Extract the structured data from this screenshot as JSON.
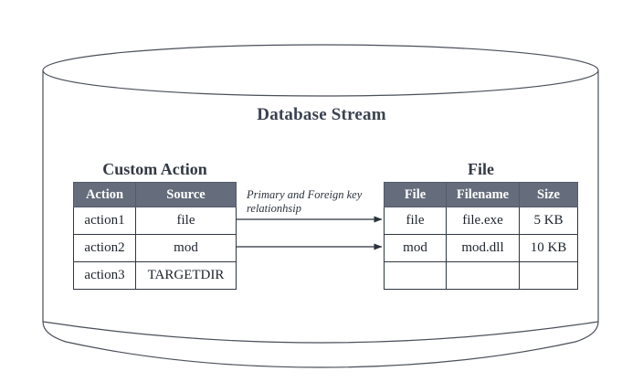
{
  "diagram": {
    "container_label": "Database Stream",
    "container_shape": "cylinder",
    "relationship_note": "Primary and Foreign key relationhsip",
    "colors": {
      "header_fill": "#656d7c",
      "header_text": "#ffffff",
      "cell_border": "#2f3742",
      "title_text": "#333a45",
      "cylinder_stroke": "#4a4f59",
      "arrow": "#2b323c",
      "background": "#ffffff"
    }
  },
  "tables": {
    "custom_action": {
      "title": "Custom Action",
      "columns": [
        "Action",
        "Source"
      ],
      "rows": [
        [
          "action1",
          "file"
        ],
        [
          "action2",
          "mod"
        ],
        [
          "action3",
          "TARGETDIR"
        ]
      ]
    },
    "file": {
      "title": "File",
      "columns": [
        "File",
        "Filename",
        "Size"
      ],
      "rows": [
        [
          "file",
          "file.exe",
          "5 KB"
        ],
        [
          "mod",
          "mod.dll",
          "10 KB"
        ],
        [
          "",
          "",
          ""
        ]
      ]
    }
  },
  "relationships": [
    {
      "from": "Custom Action.Source = file",
      "to": "File.File = file"
    },
    {
      "from": "Custom Action.Source = mod",
      "to": "File.File = mod"
    }
  ]
}
